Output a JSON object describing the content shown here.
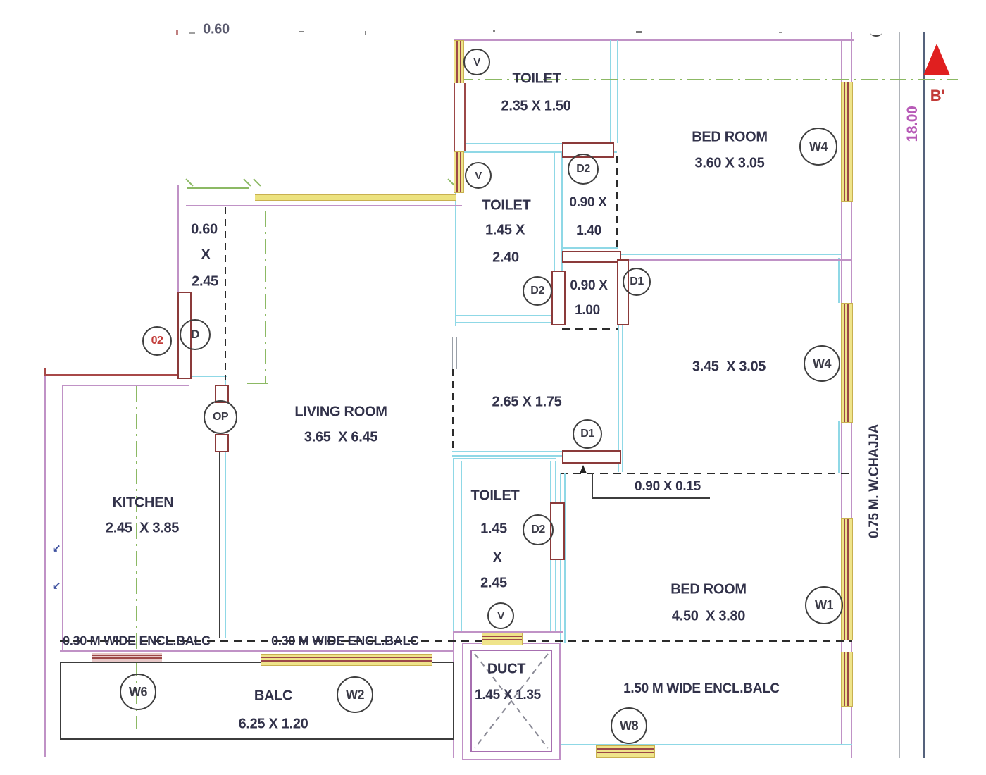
{
  "drawing": {
    "top_partial_dim": "0.60",
    "section_marker": "B'",
    "overall_height_dim": "18.00",
    "chajja_label": "0.75 M. W.CHAJJA",
    "dim_090_015": "0.90 X 0.15"
  },
  "colors": {
    "wall_purple": "#c092c6",
    "wall_cyan": "#8fd8e6",
    "window_yellow": "#efe48a",
    "door_red": "#8b3a3a",
    "centerline_green": "#8cb964",
    "marker_red": "#c23b38",
    "dim_magenta": "#b75ab7",
    "section_triangle_red": "#e01f1f"
  },
  "rooms": {
    "toilet_top": {
      "name": "TOILET",
      "dims": "2.35 X 1.50"
    },
    "toilet_mid": {
      "name": "TOILET",
      "dims1": "1.45 X",
      "dims2": "2.40"
    },
    "toilet_low": {
      "name": "TOILET",
      "dims1": "1.45",
      "dims2": "X",
      "dims3": "2.45"
    },
    "bedroom_top": {
      "name": "BED ROOM",
      "dims": "3.60 X 3.05"
    },
    "bedroom_mid": {
      "dims": "3.45  X 3.05"
    },
    "bedroom_bottom": {
      "name": "BED ROOM",
      "dims": "4.50  X 3.80"
    },
    "living_room": {
      "name": "LIVING ROOM",
      "dims": "3.65  X 6.45"
    },
    "kitchen": {
      "name": "KITCHEN",
      "dims": "2.45  X 3.85"
    },
    "balcony": {
      "name": "BALC",
      "dims": "6.25 X 1.20"
    },
    "duct": {
      "name": "DUCT",
      "dims": "1.45 X 1.35"
    },
    "niche": {
      "dims1": "0.60",
      "dims2": "X",
      "dims3": "2.45"
    },
    "passage": {
      "dims": "2.65 X 1.75"
    },
    "door_gap_top": {
      "dims1": "0.90 X",
      "dims2": "1.40"
    },
    "door_gap_mid": {
      "dims1": "0.90 X",
      "dims2": "1.00"
    },
    "encl_balc_right": "1.50 M WIDE ENCL.BALC",
    "encl_balc_left_1": "0.30 M WIDE ENCL.BALC",
    "encl_balc_left_2": "0.30 M WIDE ENCL.BALC"
  },
  "markers": {
    "v1": "V",
    "v2": "V",
    "v3": "V",
    "d2_top": "D2",
    "d2_mid": "D2",
    "d2_low": "D2",
    "d1_top": "D1",
    "d1_mid": "D1",
    "door_d": "D",
    "door_02": "02",
    "op": "OP",
    "w4_top": "W4",
    "w4_mid": "W4",
    "w1": "W1",
    "w6": "W6",
    "w2": "W2",
    "w8": "W8"
  }
}
